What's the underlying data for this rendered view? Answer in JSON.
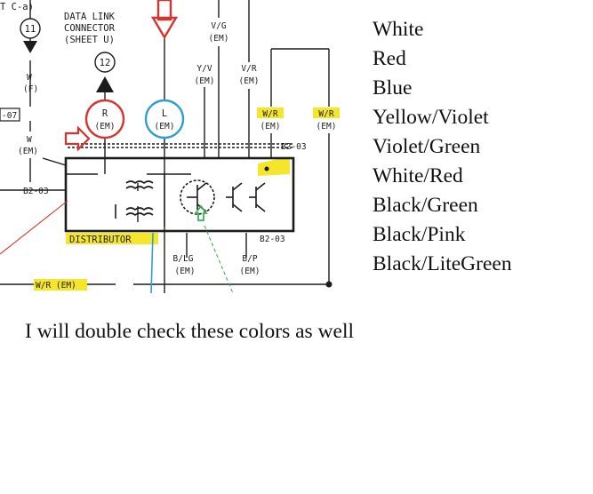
{
  "diagram": {
    "corner_label": "T C-a)",
    "data_link_label": [
      "DATA LINK",
      "CONNECTOR",
      "(SHEET U)"
    ],
    "terminal_11": "11",
    "terminal_12": "12",
    "wire_w_f": [
      "W",
      "(F)"
    ],
    "wire_w_em_left": [
      "W",
      "(EM)"
    ],
    "connector_07": "-07",
    "circle_r": [
      "R",
      "(EM)"
    ],
    "circle_l": [
      "L",
      "(EM)"
    ],
    "wire_vg": [
      "V/G",
      "(EM)"
    ],
    "wire_yv": [
      "Y/V",
      "(EM)"
    ],
    "wire_vr": [
      "V/R",
      "(EM)"
    ],
    "wire_wr_mid": [
      "W/R",
      "(EM)"
    ],
    "wire_wr_right": [
      "W/R",
      "(EM)"
    ],
    "connector_b2_03_top": "B2-03",
    "connector_b2_03_left": "B2-03",
    "connector_b2_03_bottom": "B2-03",
    "distributor_label": "DISTRIBUTOR",
    "wire_blg": [
      "B/LG",
      "(EM)"
    ],
    "wire_bp": [
      "B/P",
      "(EM)"
    ],
    "wire_wr_bottom": "W/R (EM)",
    "colors": {
      "ink": "#1c1c1c",
      "red_mark": "#d8332e",
      "blue_mark": "#2f9fd0",
      "yellow_highlight": "#f5e62c",
      "green_mark": "#3fae5a"
    }
  },
  "legend": {
    "items": [
      "White",
      "Red",
      "Blue",
      "Yellow/Violet",
      "Violet/Green",
      "White/Red",
      "Black/Green",
      "Black/Pink",
      "Black/LiteGreen"
    ]
  },
  "note": "I will double check these colors as well"
}
